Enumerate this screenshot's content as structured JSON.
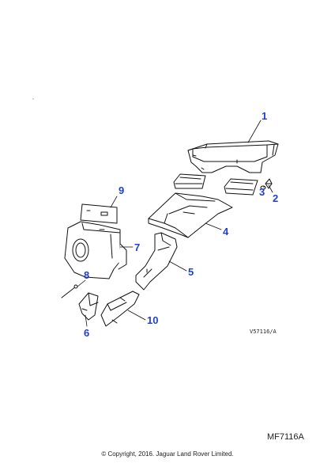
{
  "callouts": {
    "c1": "1",
    "c2": "2",
    "c3": "3",
    "c4": "4",
    "c5": "5",
    "c6": "6",
    "c7": "7",
    "c8": "8",
    "c9": "9",
    "c10": "10"
  },
  "drawing_ref": "V57116/A",
  "plate_id": "MF7116A",
  "copyright": "© Copyright, 2016. Jaguar Land Rover Limited.",
  "colors": {
    "callout": "#1f3fd0",
    "line": "#111111"
  }
}
